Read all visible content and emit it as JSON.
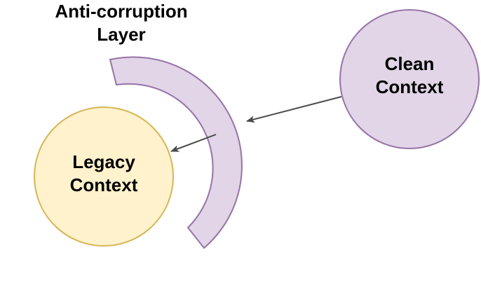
{
  "diagram": {
    "acl": {
      "line1": "Anti-corruption",
      "line2": "Layer",
      "fill": "#e1d5e7",
      "stroke": "#9673a6"
    },
    "clean_context": {
      "line1": "Clean",
      "line2": "Context",
      "fill": "#e1d5e7",
      "stroke": "#9673a6"
    },
    "legacy_context": {
      "line1": "Legacy",
      "line2": "Context",
      "fill": "#fff2cc",
      "stroke": "#d6b656"
    },
    "arrows": [
      {
        "from": "clean_context",
        "to": "acl"
      },
      {
        "from": "acl",
        "to": "legacy_context"
      }
    ],
    "arrow_color": "#4a4a4a"
  }
}
